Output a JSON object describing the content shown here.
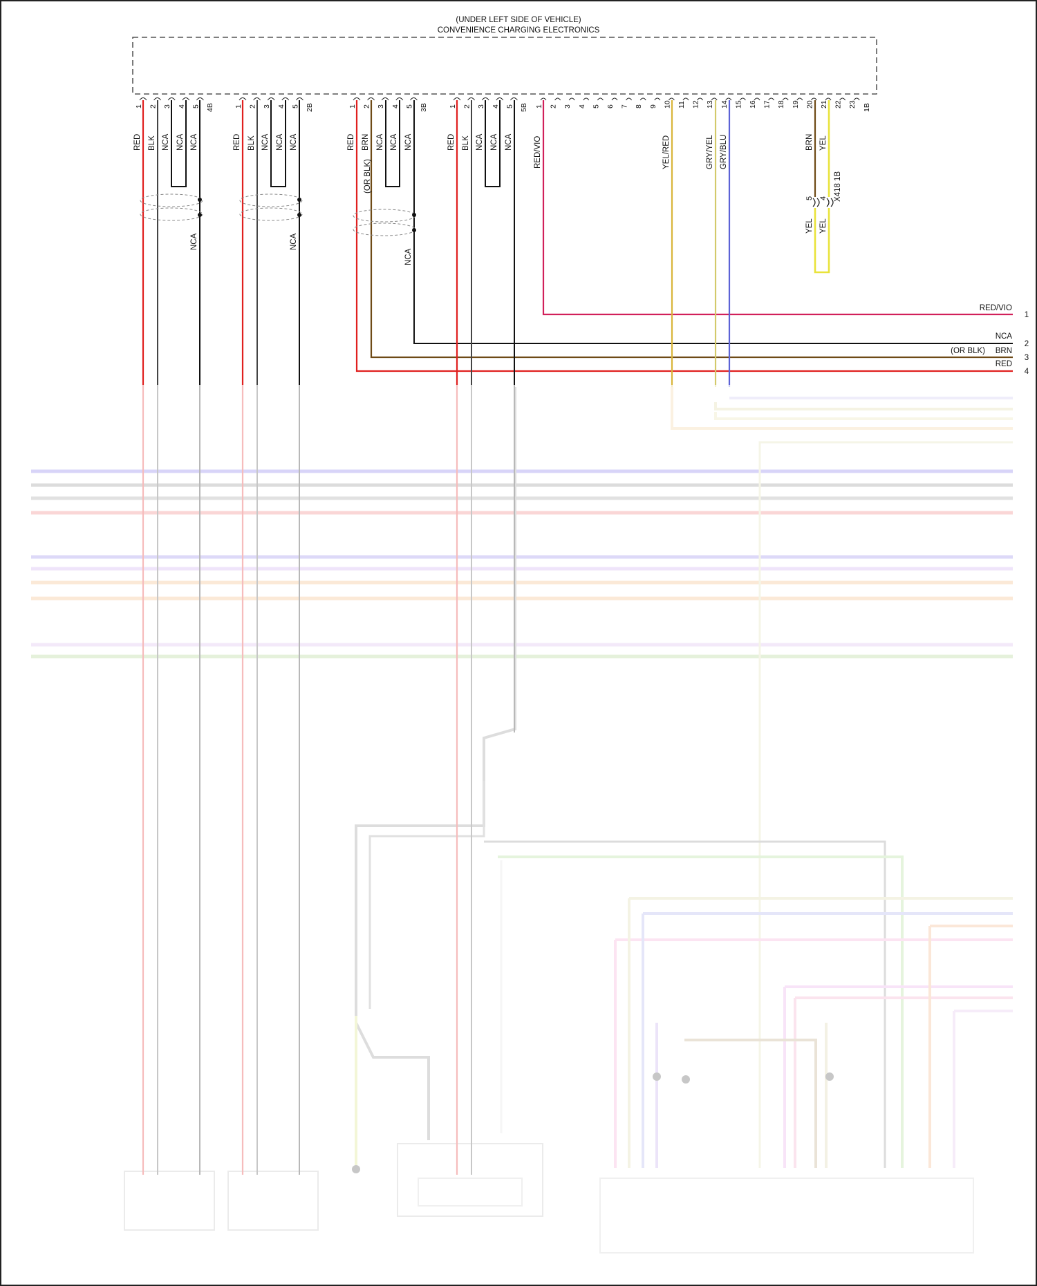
{
  "header": {
    "location": "(UNDER LEFT SIDE OF VEHICLE)",
    "component": "CONVENIENCE CHARGING ELECTRONICS"
  },
  "colors": {
    "RED": "#e0201f",
    "BLK": "#111111",
    "BRN": "#6e4a16",
    "YEL": "#e9e33a",
    "YEL/RED": "#d9b53a",
    "GRY/YEL": "#d3c96a",
    "GRY/BLU": "#5b62d6",
    "RED/VIO": "#d1205a"
  },
  "connectors": [
    {
      "pins": [
        "1",
        "2",
        "3",
        "4",
        "5"
      ],
      "tag": "4B"
    },
    {
      "pins": [
        "1",
        "2",
        "3",
        "4",
        "5"
      ],
      "tag": "2B"
    },
    {
      "pins": [
        "1",
        "2",
        "3",
        "4",
        "5"
      ],
      "tag": "3B"
    },
    {
      "pins": [
        "1",
        "2",
        "3",
        "4",
        "5"
      ],
      "tag": "5B"
    },
    {
      "pins": [
        "1",
        "2",
        "3",
        "4",
        "5",
        "6",
        "7",
        "8",
        "9",
        "10",
        "11",
        "12",
        "13",
        "14",
        "15",
        "16",
        "17",
        "18",
        "19",
        "20",
        "21",
        "22",
        "23"
      ],
      "tag": "1B"
    }
  ],
  "wires": {
    "c4b": [
      "RED",
      "BLK",
      "NCA",
      "NCA",
      "NCA"
    ],
    "c4b_lower": "NCA",
    "c2b": [
      "RED",
      "BLK",
      "NCA",
      "NCA",
      "NCA"
    ],
    "c2b_lower": "NCA",
    "c3b": [
      "RED",
      "(OR BLK)",
      "BRN",
      "NCA",
      "NCA",
      "NCA"
    ],
    "c3b_lower": "NCA",
    "c5b": [
      "RED",
      "BLK",
      "NCA",
      "NCA",
      "NCA"
    ],
    "c1b": [
      "RED/VIO",
      "YEL/RED",
      "GRY/YEL",
      "GRY/BLU",
      "BRN",
      "YEL"
    ]
  },
  "x418": {
    "label": "X418 1B",
    "pin_a": "5",
    "pin_b": "4",
    "wire_a": "YEL",
    "wire_b": "YEL"
  },
  "outputs": [
    {
      "num": "1",
      "label": "RED/VIO"
    },
    {
      "num": "2",
      "label": "NCA"
    },
    {
      "num": "3",
      "label": "BRN",
      "note": "(OR BLK)"
    },
    {
      "num": "4",
      "label": "RED"
    }
  ]
}
